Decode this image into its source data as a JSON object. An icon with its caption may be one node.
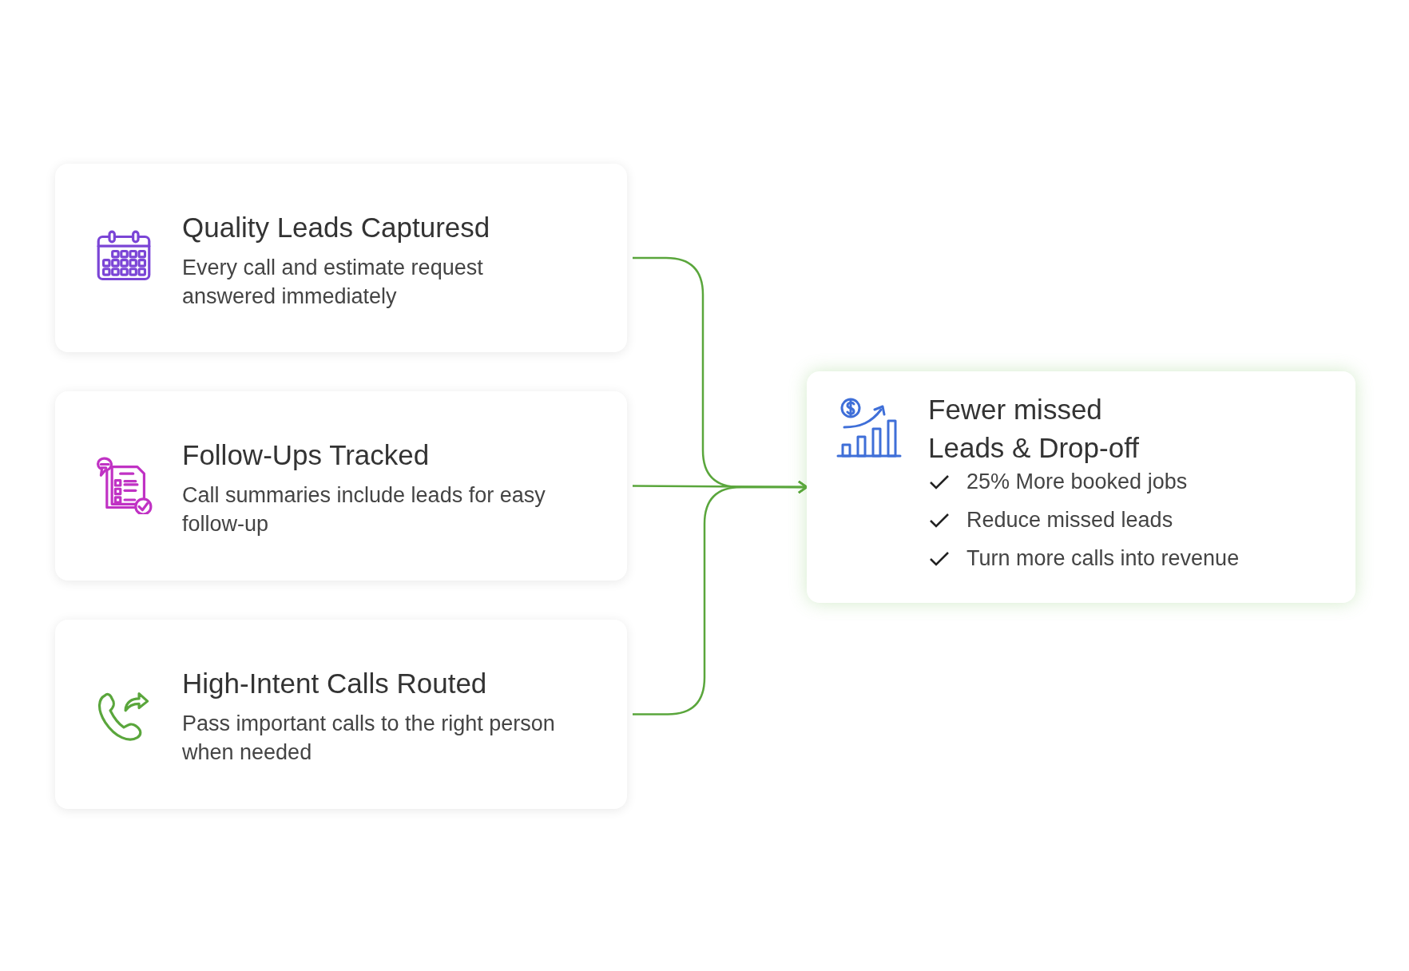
{
  "diagram": {
    "nodes": [
      {
        "text": [
          "Quality Leads Capturesd",
          "Every call and estimate request answered immediately"
        ]
      },
      {
        "text": [
          "Follow-Ups Tracked",
          "Call summaries include leads for easy follow-up"
        ]
      },
      {
        "text": [
          "High-Intent Calls Routed",
          "Pass important calls to the right person when needed"
        ]
      },
      {
        "text": [
          "Fewer missed Leads & Drop-off",
          "25% More booked jobs",
          "Reduce missed leads",
          "Turn more calls into revenue"
        ]
      }
    ],
    "edges": [
      {
        "from": 0,
        "to": 3,
        "arrow": "to"
      },
      {
        "from": 1,
        "to": 3,
        "arrow": "to"
      },
      {
        "from": 2,
        "to": 3,
        "arrow": "to"
      }
    ]
  }
}
